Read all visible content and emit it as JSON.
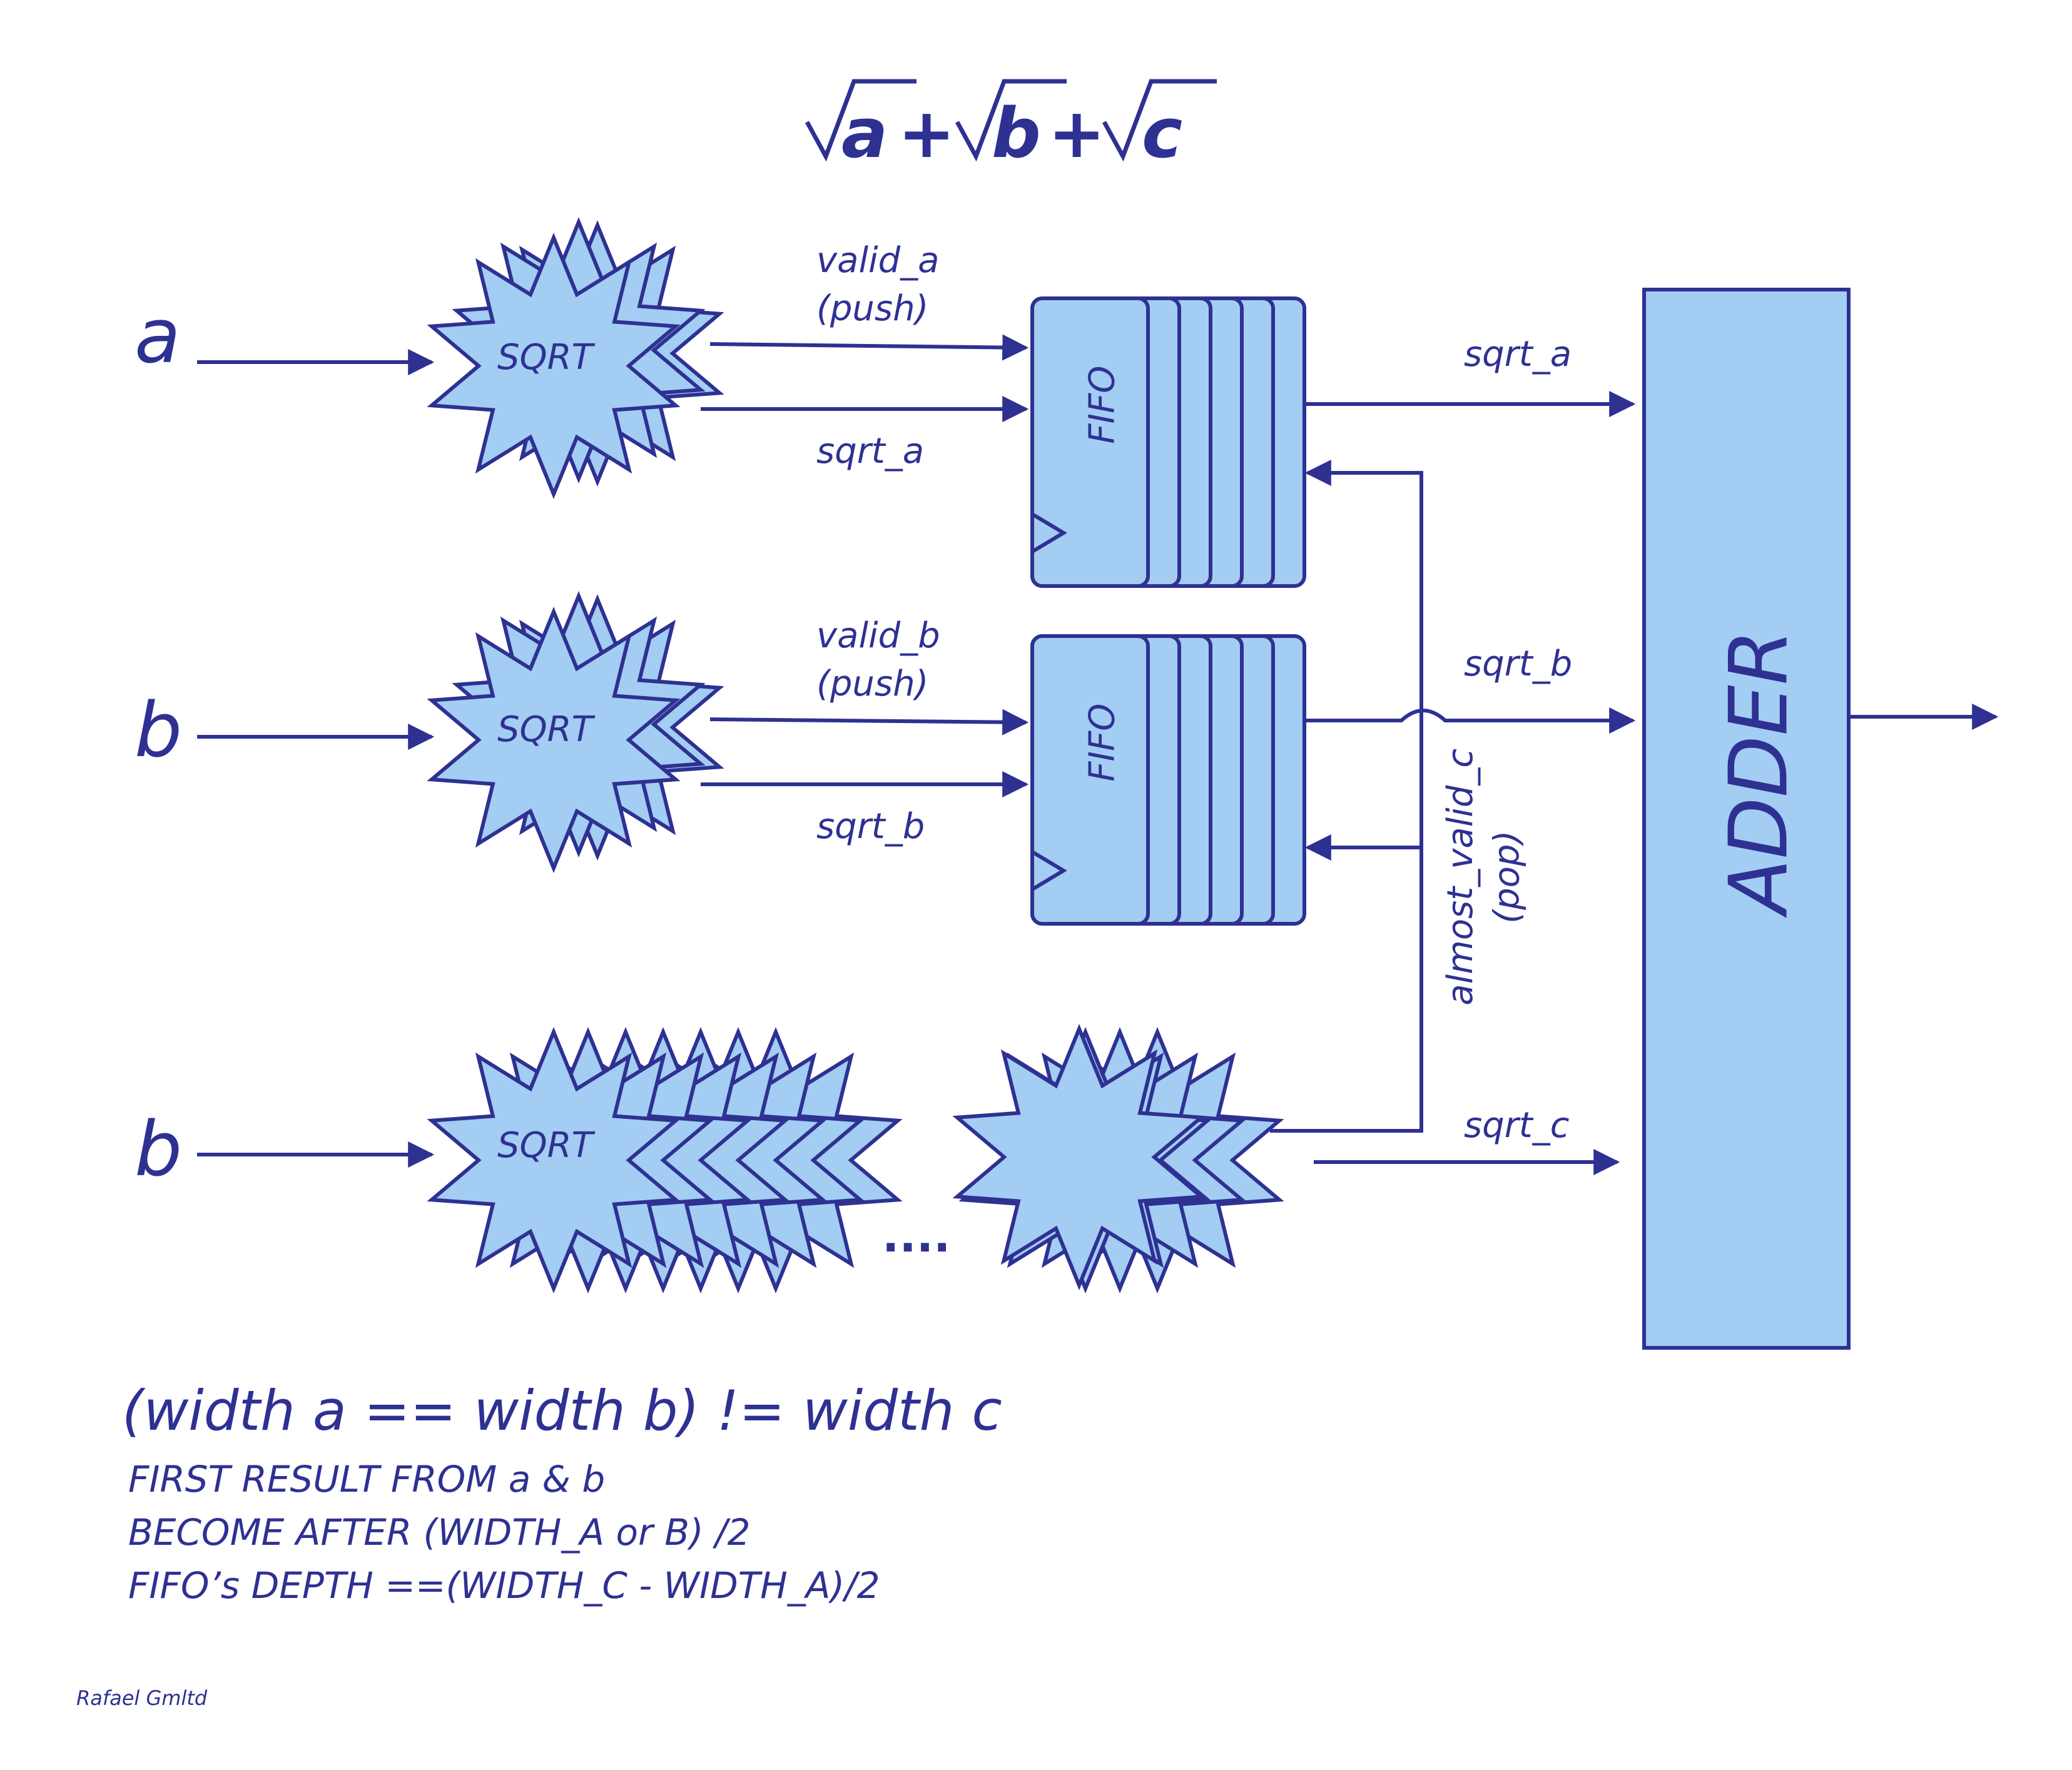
{
  "colors": {
    "stroke": "#2e3192",
    "fill": "#a3cdf2",
    "text": "#2e3192"
  },
  "title": {
    "sqrt_a": "a",
    "plus1": "+",
    "sqrt_b": "b",
    "plus2": "+",
    "sqrt_c": "c"
  },
  "inputs": {
    "a": "a",
    "b1": "b",
    "b2": "b"
  },
  "sqrt_label": "SQRT",
  "fifo_label": "FIFO",
  "adder_label": "ADDER",
  "signals": {
    "valid_a": "valid_a",
    "push_a": "(push)",
    "sqrt_a_in": "sqrt_a",
    "valid_b": "valid_b",
    "push_b": "(push)",
    "sqrt_b_in": "sqrt_b",
    "sqrt_a_out": "sqrt_a",
    "sqrt_b_out": "sqrt_b",
    "sqrt_c_out": "sqrt_c",
    "almost_valid_c": "almost_valid_c",
    "pop": "(pop)"
  },
  "ellipsis": "....",
  "notes": {
    "equation": "(width a == width b) != width c",
    "line1": "FIRST RESULT FROM a & b",
    "line2": "BECOME AFTER (WIDTH_A or B) /2",
    "line3": "FIFO’s DEPTH ==(WIDTH_C - WIDTH_A)/2"
  },
  "credit": "Rafael Gmltd"
}
